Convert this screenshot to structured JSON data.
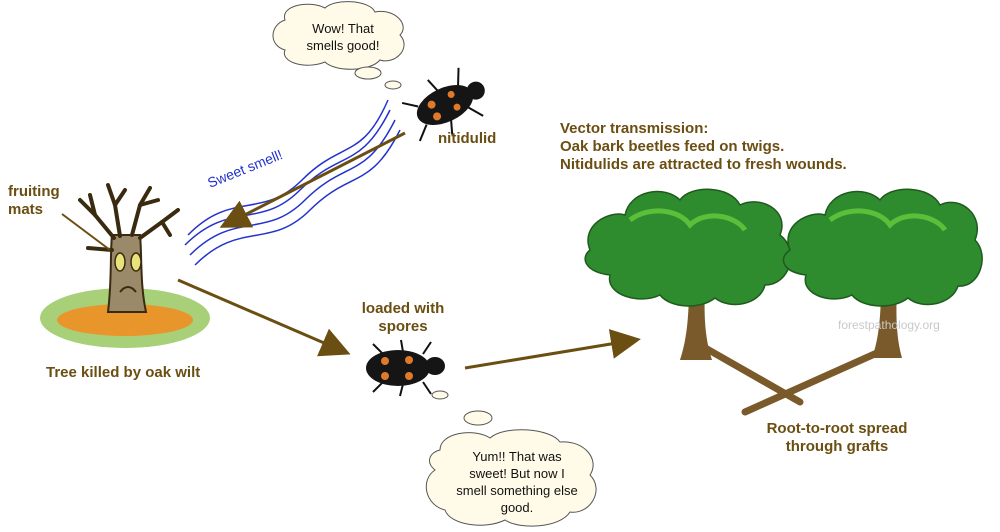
{
  "labels": {
    "fruiting_mats": [
      "fruiting",
      "mats"
    ],
    "tree_killed": "Tree killed by oak wilt",
    "sweet_smell": "Sweet smell!",
    "nitidulid": "nitidulid",
    "loaded": [
      "loaded with",
      "spores"
    ],
    "vector": [
      "Vector transmission:",
      "Oak bark beetles feed on twigs.",
      "Nitidulids are attracted to fresh wounds."
    ],
    "root_spread": [
      "Root-to-root spread",
      "through grafts"
    ],
    "watermark": "forestpathology.org"
  },
  "bubbles": {
    "top": [
      "Wow!  That",
      "smells good!"
    ],
    "bottom": [
      "Yum!!  That was",
      "sweet!  But now I",
      "smell something else",
      "good."
    ]
  },
  "colors": {
    "label_text": "#6b4e12",
    "arrow": "#6b4e12",
    "scent_lines": "#2233cc",
    "foliage": "#2e8b2e",
    "foliage_light": "#5cbf3a",
    "trunk": "#7a5a2a",
    "ground": "#e8962c",
    "grass": "#a8d078"
  }
}
